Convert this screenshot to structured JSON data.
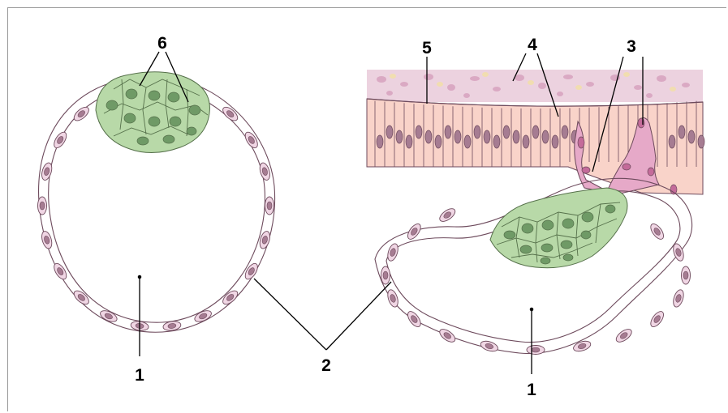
{
  "labels": {
    "l1_left": "1",
    "l1_right": "1",
    "l2": "2",
    "l3": "3",
    "l4": "4",
    "l5": "5",
    "l6": "6"
  },
  "colors": {
    "trophoblast_fill": "#f0d6e4",
    "trophoblast_stroke": "#6d4a5c",
    "nucleus": "#a67c92",
    "embryoblast_fill": "#b8d9a8",
    "embryoblast_stroke": "#55704a",
    "embryo_nucleus": "#6f9a66",
    "epithelium_fill": "#f9d3c9",
    "stroma_fill": "#ecd2df",
    "invasive_cell": "#d988b3"
  }
}
